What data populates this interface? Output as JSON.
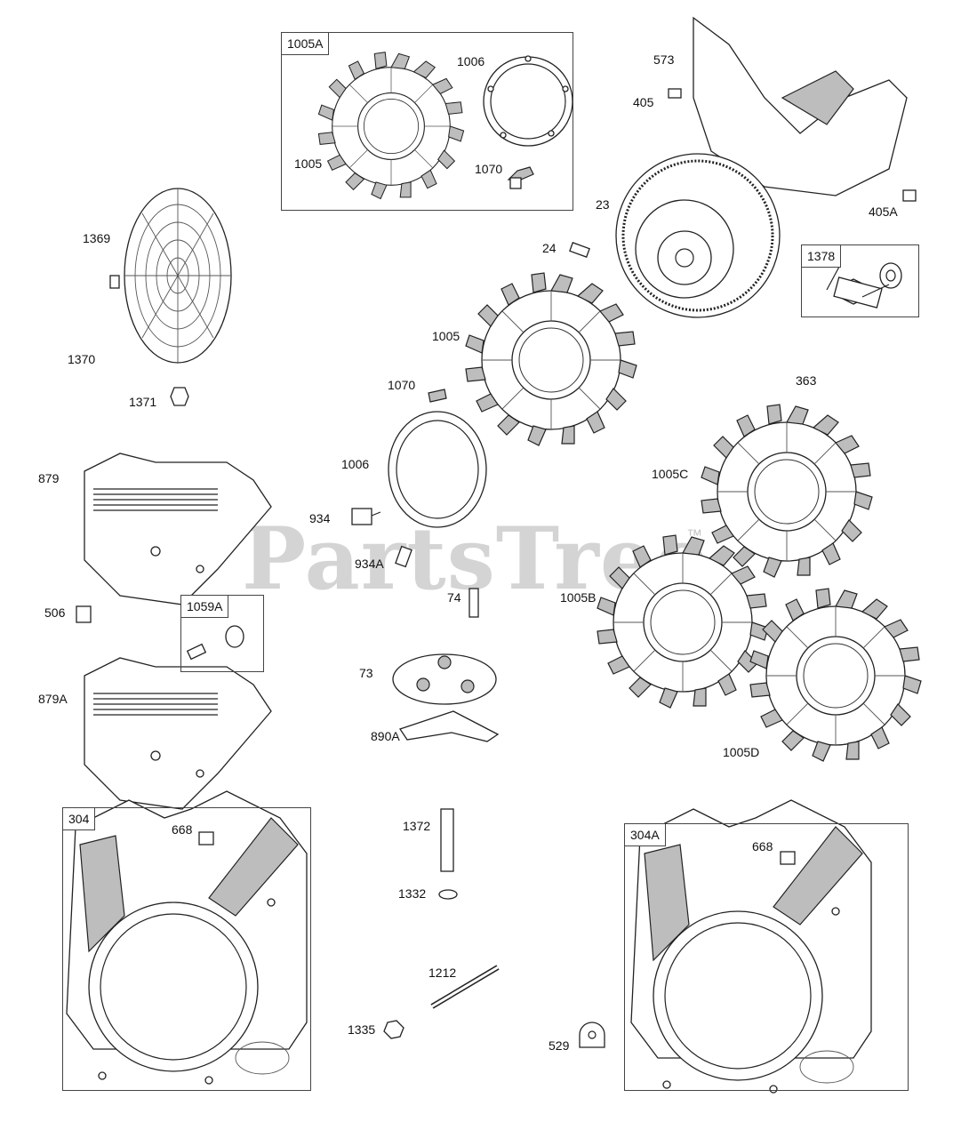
{
  "watermark": {
    "text": "PartsTree",
    "trademark": "™"
  },
  "boxed_groups": [
    {
      "id": "1005A",
      "label": "1005A"
    },
    {
      "id": "1378",
      "label": "1378"
    },
    {
      "id": "1059A",
      "label": "1059A"
    },
    {
      "id": "304",
      "label": "304"
    },
    {
      "id": "304A",
      "label": "304A"
    }
  ],
  "callouts": {
    "p1006_top": "1006",
    "p1005_top": "1005",
    "p1070_top": "1070",
    "p573": "573",
    "p405": "405",
    "p405A": "405A",
    "p23": "23",
    "p24": "24",
    "p1369": "1369",
    "p1370": "1370",
    "p1371": "1371",
    "p1005_mid": "1005",
    "p1070_mid": "1070",
    "p363": "363",
    "p1006_mid": "1006",
    "p1005C": "1005C",
    "p879": "879",
    "p934": "934",
    "p934A": "934A",
    "p74": "74",
    "p1005B": "1005B",
    "p506": "506",
    "p73": "73",
    "p879A": "879A",
    "p890A": "890A",
    "p1005D": "1005D",
    "p668_left": "668",
    "p1372": "1372",
    "p668_right": "668",
    "p1332": "1332",
    "p1212": "1212",
    "p1335": "1335",
    "p529": "529"
  }
}
